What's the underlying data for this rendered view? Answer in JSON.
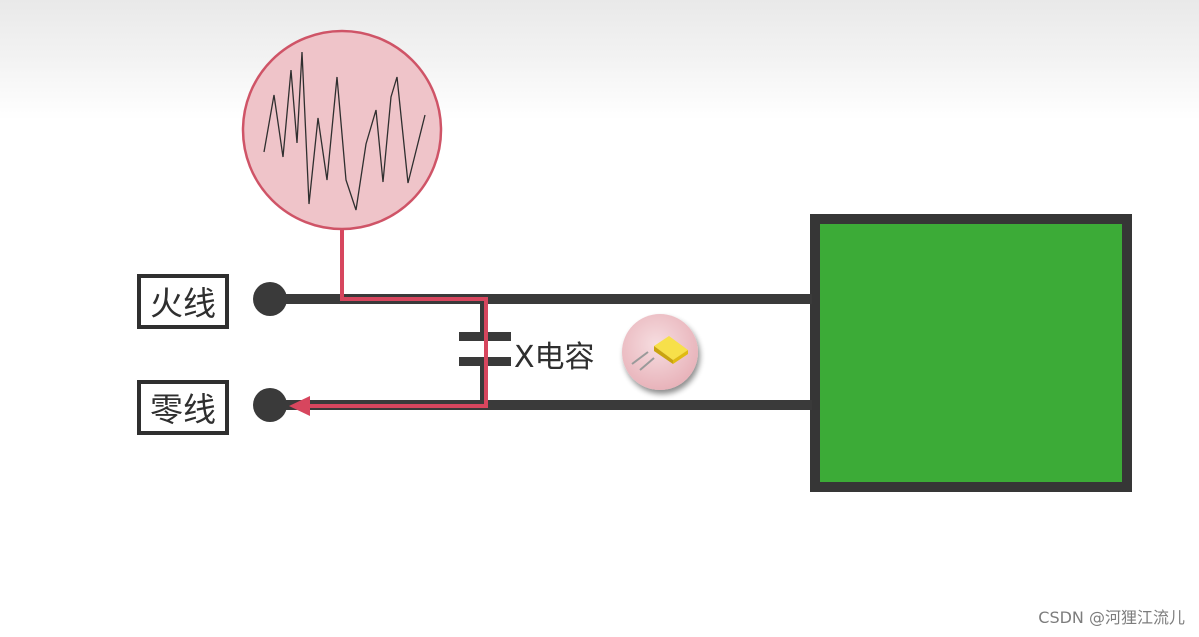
{
  "labels": {
    "live_wire": "火线",
    "neutral_wire": "零线",
    "x_capacitor": "X电容"
  },
  "watermark": "CSDN @河狸江流儿",
  "colors": {
    "wire": "#3a3a3a",
    "noise_path": "#d7465e",
    "noise_circle_fill": "#efc4c9",
    "noise_circle_stroke": "#cf5467",
    "load_fill": "#3cab37",
    "load_border": "#363636",
    "capacitor_body": "#f2d11a"
  },
  "icons": {
    "noise": "noise-waveform-icon",
    "capacitor": "capacitor-component-icon",
    "terminal": "terminal-dot-icon"
  }
}
